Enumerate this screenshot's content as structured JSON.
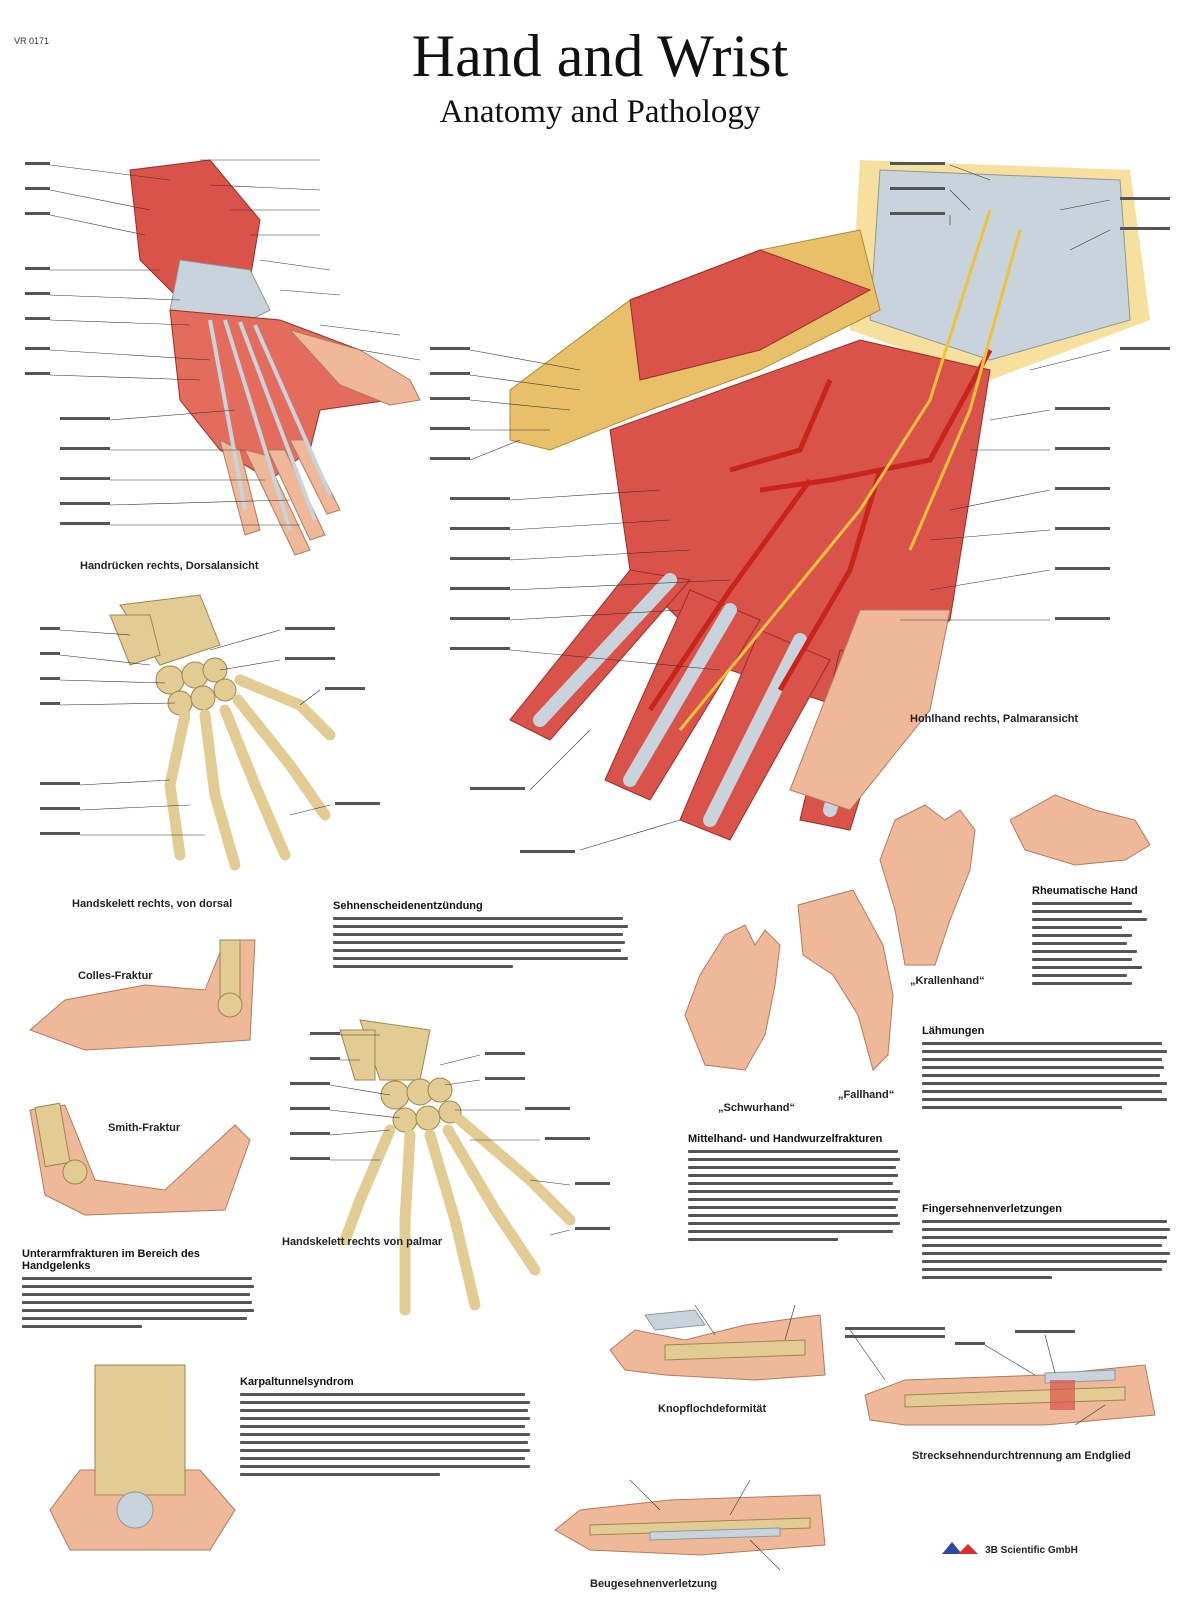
{
  "header": {
    "code": "VR 0171",
    "title": "Hand and Wrist",
    "subtitle": "Anatomy and Pathology"
  },
  "captions": {
    "dorsal_muscles": "Handrücken rechts, Dorsalansicht",
    "palmar_muscles": "Hohlhand rechts, Palmaransicht",
    "dorsal_skeleton": "Handskelett rechts, von dorsal",
    "palmar_skeleton": "Handskelett rechts von palmar",
    "colles": "Colles-Fraktur",
    "smith": "Smith-Fraktur",
    "schwurhand": "„Schwurhand“",
    "fallhand": "„Fallhand“",
    "krallenhand": "„Krallenhand“",
    "knopfloch": "Knopflochdeformität",
    "strecksehne": "Strecksehnendurchtrennung am Endglied",
    "beugesehne": "Beugesehnenverletzung"
  },
  "sections": {
    "sehnenscheide": "Sehnenscheidenentzündung",
    "unterarmfraktur": "Unterarmfrakturen im Bereich des Handgelenks",
    "karpaltunnel": "Karpaltunnelsyndrom",
    "mittelhand": "Mittelhand- und Handwurzelfrakturen",
    "rheuma": "Rheumatische Hand",
    "laehmungen": "Lähmungen",
    "fingersehnen": "Fingersehnenverletzungen"
  },
  "publisher": "3B Scientific GmbH",
  "colors": {
    "muscle": "#d9534a",
    "tendon": "#c9d3db",
    "bone": "#e3cc94",
    "skin": "#efb899",
    "nerve": "#f0c23c",
    "artery": "#c8241b"
  }
}
